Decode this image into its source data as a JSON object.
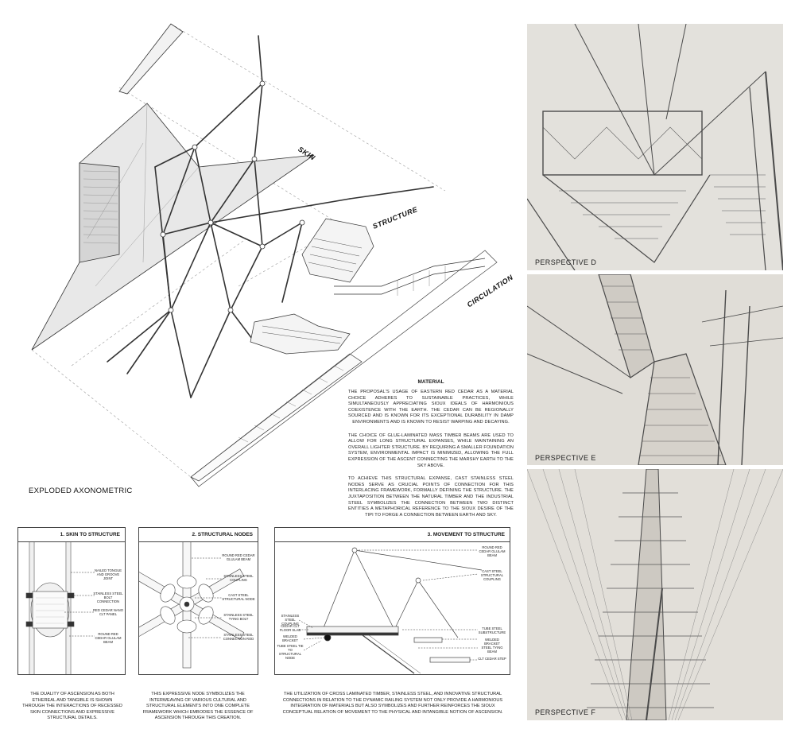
{
  "axonometric": {
    "title": "EXPLODED AXONOMETRIC",
    "layers": [
      "SKIN",
      "STRUCTURE",
      "CIRCULATION"
    ]
  },
  "material": {
    "title": "MATERIAL",
    "paragraphs": [
      "THE PROPOSAL'S USAGE OF EASTERN RED CEDAR AS A MATERIAL CHOICE ADHERES TO SUSTAINABLE PRACTICES, WHILE SIMULTANEOUSLY APPRECIATING SIOUX IDEALS OF HARMONIOUS COEXISTENCE WITH THE EARTH. THE CEDAR CAN BE REGIONALLY SOURCED AND IS KNOWN FOR ITS EXCEPTIONAL DURABILITY IN DAMP ENVIRONMENTS AND IS KNOWN TO RESIST WARPING AND DECAYING.",
      "THE CHOICE OF GLUE-LAMINATED MASS TIMBER BEAMS ARE USED TO ALLOW FOR LONG STRUCTURAL EXPANSES, WHILE MAINTAINING AN OVERALL LIGHTER STRUCTURE. BY REQUIRING A SMALLER FOUNDATION SYSTEM, ENVIRONMENTAL IMPACT IS MINIMIZED, ALLOWING THE FULL EXPRESSION OF THE ASCENT CONNECTING THE MARSHY EARTH TO THE SKY ABOVE.",
      "TO ACHIEVE THIS STRUCTURAL EXPANSE, CAST STAINLESS STEEL NODES SERVE AS CRUCIAL POINTS OF CONNECTION FOR THIS INTERLACING FRAMEWORK, FORMALLY DEFINING THE STRUCTURE. THE JUXTAPOSITION BETWEEN THE NATURAL TIMBER AND THE INDUSTRIAL STEEL SYMBOLIZES THE CONNECTION BETWEEN TWO DISTINCT ENTITIES A METAPHORICAL REFERENCE TO THE SIOUX DESIRE OF THE TIPI TO FORGE A CONNECTION BETWEEN EARTH AND SKY."
    ]
  },
  "details": [
    {
      "title": "1. SKIN TO STRUCTURE",
      "callouts": [
        "NAILED TONGUE AND GROOVE JOINT",
        "STAINLESS STEEL BOLT CONNECTION",
        "RED CEDAR NANO CLT PANEL",
        "ROUND RED CEDAR GLULAM BEAM"
      ],
      "caption": "THE DUALITY OF ASCENSION AS BOTH ETHEREAL AND TANGIBLE IS SHOWN THROUGH THE INTERACTIONS OF RECESSED SKIN CONNECTIONS AND EXPRESSIVE STRUCTURAL DETAILS."
    },
    {
      "title": "2. STRUCTURAL NODES",
      "callouts": [
        "ROUND RED CEDAR GLULAM BEAM",
        "STAINLESS STEEL COUPLING",
        "CAST STEEL STRUCTURAL NODE",
        "STAINLESS STEEL TYING BOLT",
        "STAINLESS STEEL CONNECTION ROD"
      ],
      "caption": "THIS EXPRESSIVE NODE SYMBOLIZES THE INTERWEAVING OF VARIOUS CULTURAL AND STRUCTURAL ELEMENTS INTO ONE COMPLETE FRAMEWORK WHICH EMBODIES THE ESSENCE OF ASCENSION THROUGH THIS CREATION."
    },
    {
      "title": "3. MOVEMENT TO STRUCTURE",
      "callouts_right": [
        "ROUND RED CEDAR GLULAM BEAM",
        "CAST STEEL STRUCTURAL COUPLING",
        "TUBE STEEL SUBSTRUCTURE",
        "WELDED BRACKET",
        "STEEL TYING BEAM",
        "CLT CEDAR STEP"
      ],
      "callouts_left": [
        "STAINLESS STEEL COUPLING",
        "CEDAR CLT FLOOR SLAB",
        "WELDED BRACKET",
        "TUBE STEEL TIE TO STRUCTURAL NODE"
      ],
      "caption": "THE UTILIZATION OF CROSS LAMINATED TIMBER, STAINLESS STEEL, AND INNOVATIVE STRUCTURAL CONNECTIONS IN RELATION TO THE DYNAMIC RAILING SYSTEM NOT ONLY PROVIDE A HARMONIOUS INTEGRATION OF MATERIALS BUT ALSO SYMBOLIZES AND FURTHER REINFORCES THE SIOUX CONCEPTUAL RELATION OF MOVEMENT TO THE PHYSICAL AND INTANGIBLE NOTION OF ASCENSION."
    }
  ],
  "perspectives": [
    "PERSPECTIVE D",
    "PERSPECTIVE E",
    "PERSPECTIVE F"
  ]
}
